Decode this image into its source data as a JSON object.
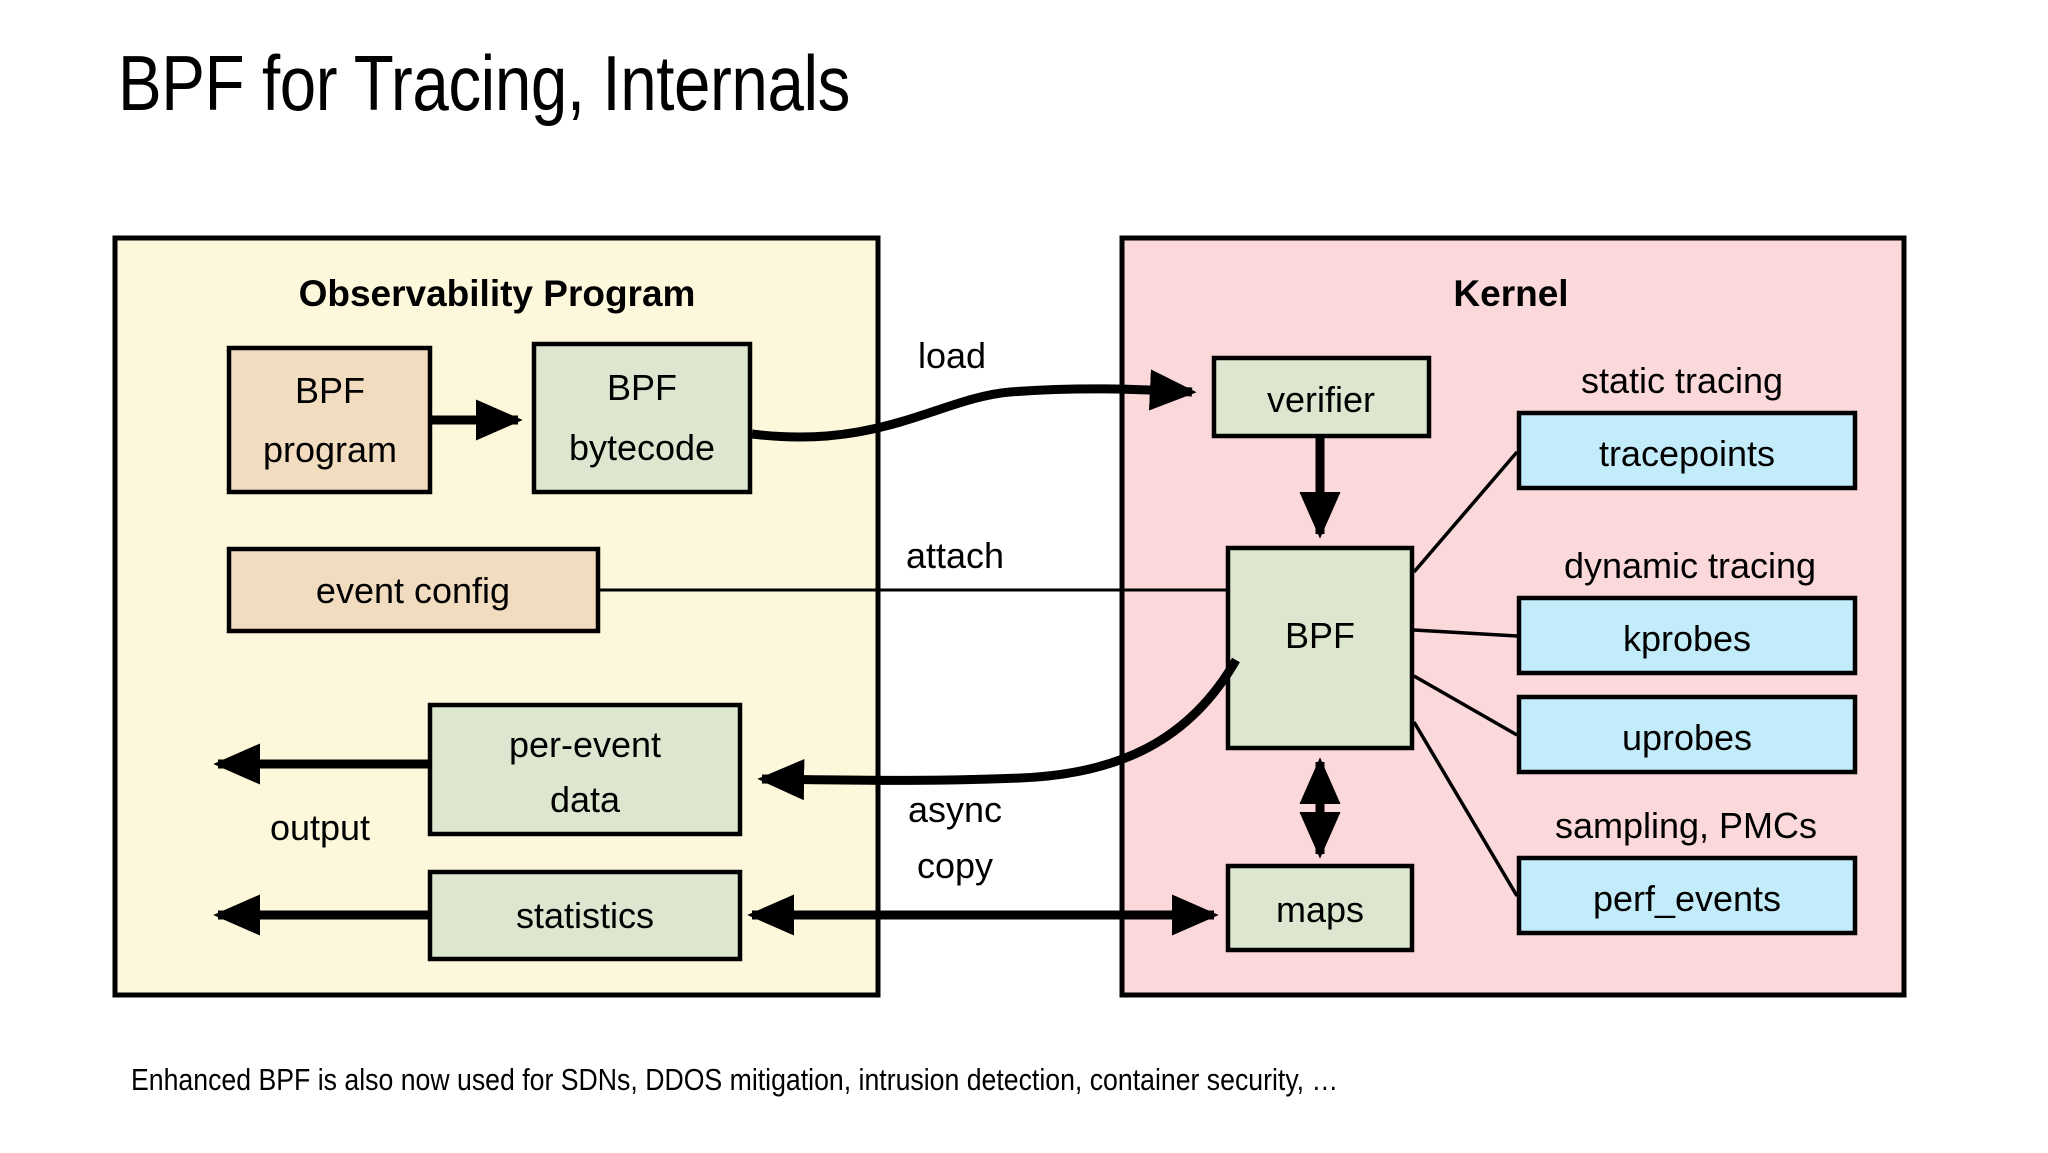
{
  "title": "BPF for Tracing, Internals",
  "caption": "Enhanced BPF is also now used for SDNs, DDOS mitigation, intrusion detection, container security, …",
  "panels": {
    "left": {
      "label": "Observability Program",
      "fill": "#fdf8dc",
      "stroke": "#000000"
    },
    "right": {
      "label": "Kernel",
      "fill": "#fbd8d9",
      "stroke": "#000000"
    }
  },
  "colors": {
    "tan": "#f2dcc0",
    "green": "#dde7d0",
    "blue": "#c3ecfb",
    "panel_yellow": "#fdf8dc",
    "panel_pink": "#fbd8d9",
    "line": "#000000"
  },
  "boxes": {
    "bpf_program": {
      "label_line1": "BPF",
      "label_line2": "program",
      "fill": "#f2dcc0"
    },
    "bpf_bytecode": {
      "label_line1": "BPF",
      "label_line2": "bytecode",
      "fill": "#dde7d0"
    },
    "event_config": {
      "label": "event config",
      "fill": "#f2dcc0"
    },
    "per_event_data": {
      "label_line1": "per-event",
      "label_line2": "data",
      "fill": "#dde7d0"
    },
    "statistics": {
      "label": "statistics",
      "fill": "#dde7d0"
    },
    "verifier": {
      "label": "verifier",
      "fill": "#dde7d0"
    },
    "bpf": {
      "label": "BPF",
      "fill": "#dde7d0"
    },
    "maps": {
      "label": "maps",
      "fill": "#dde7d0"
    },
    "tracepoints": {
      "label": "tracepoints",
      "fill": "#c3ecfb"
    },
    "kprobes": {
      "label": "kprobes",
      "fill": "#c3ecfb"
    },
    "uprobes": {
      "label": "uprobes",
      "fill": "#c3ecfb"
    },
    "perf_events": {
      "label": "perf_events",
      "fill": "#c3ecfb"
    }
  },
  "group_labels": {
    "static_tracing": "static tracing",
    "dynamic_tracing": "dynamic tracing",
    "sampling_pmcs": "sampling, PMCs"
  },
  "edge_labels": {
    "load": "load",
    "attach": "attach",
    "async_line1": "async",
    "async_line2": "copy",
    "output": "output"
  }
}
